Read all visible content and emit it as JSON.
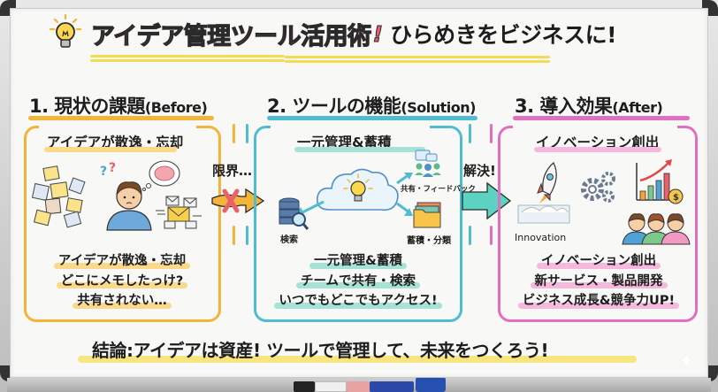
{
  "title": {
    "main": "アイデア管理ツール活用術",
    "exclaim": "!",
    "subtitle": "ひらめきをビジネスに!"
  },
  "columns": [
    {
      "heading": "1. 現状の課題",
      "heading_sub": "(Before)",
      "panel_title": "アイデアが散逸・忘却",
      "accent": "#f3b43a",
      "highlight": "#fbd98a",
      "lines": [
        "アイデアが散逸・忘却",
        "どこにメモしたっけ?",
        "共有されない…"
      ],
      "icons": [
        "sticky-notes-icon",
        "confused-person-icon",
        "brain-thought-icon",
        "question-marks-icon",
        "envelopes-icon"
      ]
    },
    {
      "heading": "2. ツールの機能",
      "heading_sub": "(Solution)",
      "panel_title": "一元管理&蓄積",
      "accent": "#4fbcd0",
      "highlight": "#a6e3d6",
      "lines": [
        "一元管理&蓄積",
        "チームで共有・検索",
        "いつでもどこでもアクセス!"
      ],
      "labels": {
        "search": "検索",
        "share": "共有・フィードバック",
        "store": "蓄積・分類"
      }
    },
    {
      "heading": "3. 導入効果",
      "heading_sub": "(After)",
      "panel_title": "イノベーション創出",
      "accent": "#e16fbf",
      "highlight": "#f6b9de",
      "lines": [
        "イノベーション創出",
        "新サービス・製品開発",
        "ビジネス成長&競争力UP!"
      ],
      "labels": {
        "innovation": "Innovation"
      }
    }
  ],
  "transitions": {
    "limit": "限界…",
    "solved": "解決!"
  },
  "conclusion": "結論:アイデアは資産! ツールで管理して、未来をつくろう!",
  "colors": {
    "title_red": "#e7606a",
    "title_underline": "#f4dc52",
    "blocked_arrow": "#f3b43a",
    "x_mark": "#e8626a",
    "solve_arrow": "#5cd3c0"
  }
}
